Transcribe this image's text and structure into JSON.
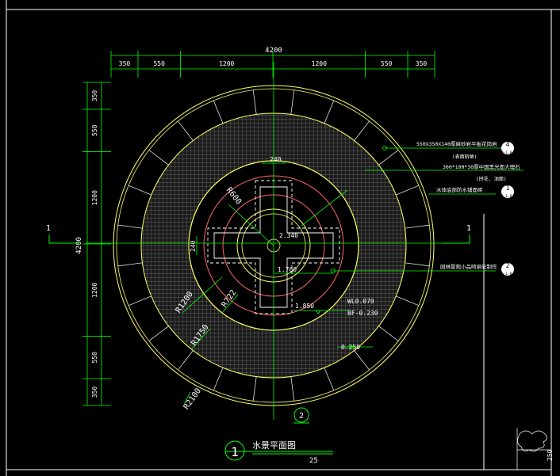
{
  "colors": {
    "background": "#000000",
    "dimension": "#00ff00",
    "outline": "#ffff66",
    "inner_ring": "#ff6666",
    "text": "#ffffff",
    "frame": "#ffffff",
    "tag_fill": "#ffffff",
    "tag_text": "#000000"
  },
  "dimensions": {
    "top_total": "4200",
    "top_segments": [
      "350",
      "550",
      "1200",
      "1200",
      "550",
      "350"
    ],
    "left_total": "4200",
    "left_segments": [
      "350",
      "550",
      "1200",
      "1200",
      "550",
      "350"
    ]
  },
  "section_marks": {
    "left": "1",
    "right": "1"
  },
  "radius_labels": {
    "r600": "R600",
    "r1200": "R1200",
    "r722": "R722",
    "r1750": "R1750",
    "r2100": "R2100"
  },
  "inner_dims": {
    "top": "240",
    "left": "240",
    "center": "2.340",
    "inner": "1.760",
    "step": "1.850",
    "water_level": "WL0.070",
    "bottom_level": "BF-0.230",
    "paving_level": "0.250"
  },
  "callouts": [
    {
      "text": "550X350X140厚麻砂岩平板花岗岩",
      "sub": "(表面斩凿)",
      "num": "4",
      "ref": "LD-1.8.1"
    },
    {
      "text": "300*100*30厚中国黑光面大理石",
      "sub": "(拼花, 油面)",
      "num": "",
      "ref": ""
    },
    {
      "text": "水体底部防水铺面砖",
      "sub": "",
      "num": "1",
      "ref": "LD-1.8.2"
    },
    {
      "text": "园林景观小品喷泉砼制作",
      "sub": "",
      "num": "2",
      "ref": "LD-1.8.1"
    }
  ],
  "view_marker": {
    "num": "2"
  },
  "title": {
    "number": "1",
    "text": "水景平面图",
    "scale": "25"
  },
  "edge_dim": "250",
  "icons": [
    "section-mark-icon",
    "detail-tag-icon",
    "view-direction-icon",
    "plant-icon"
  ]
}
